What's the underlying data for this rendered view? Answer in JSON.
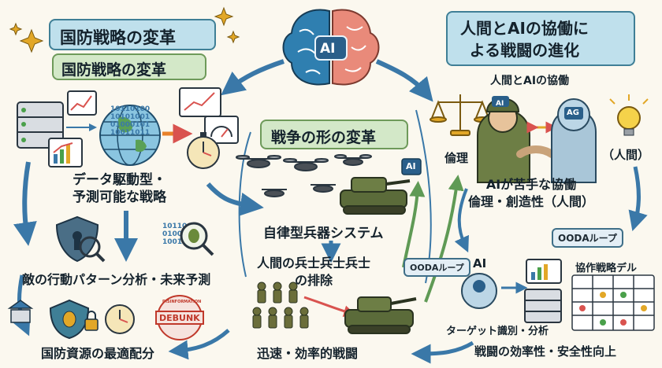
{
  "left": {
    "title_top": "国防戦略の変革",
    "title_sub": "国防戦略の変革",
    "data_strategy": "データ駆動型・\n予測可能な戦略",
    "enemy_pattern": "敵の行動パターン分析・未来予測",
    "resource": "国防資源の最適配分",
    "debunk": "DEBUNK",
    "disinfo": "DISINFORMATION",
    "binary": "10110100\n10101001\n01000101\n10011011"
  },
  "center": {
    "ai_brain": "AI",
    "title": "戦争の形の変革",
    "autonomous": "自律型兵器システム",
    "ai_tag": "AI",
    "removal": "人間の兵士兵士兵士\nの排除",
    "ooda_small": "OODAループ",
    "ai_label": "AI",
    "speed": "迅速・効率的戦闘"
  },
  "right": {
    "title": "人間とAIの協働に\nよる戦闘の進化",
    "collab": "人間とAIの協働",
    "ethics": "倫理",
    "human_paren": "（人間）",
    "ai_weak": "AIが苦手な協働\n倫理・創造性（人間）",
    "ooda": "OODAループ",
    "coop_model": "協作戦略デル",
    "target": "ターゲット識別・分析",
    "efficiency": "戦闘の効率性・安全性向上",
    "robot_ag": "AG",
    "helmet_ai": "AI"
  },
  "colors": {
    "arrow_blue": "#3a78a8",
    "arrow_green": "#5f9a55",
    "panel_blue": "#bfe0ec",
    "panel_green": "#d3e8c8",
    "brain_left": "#2f7fb0",
    "brain_right": "#e98a7a"
  }
}
